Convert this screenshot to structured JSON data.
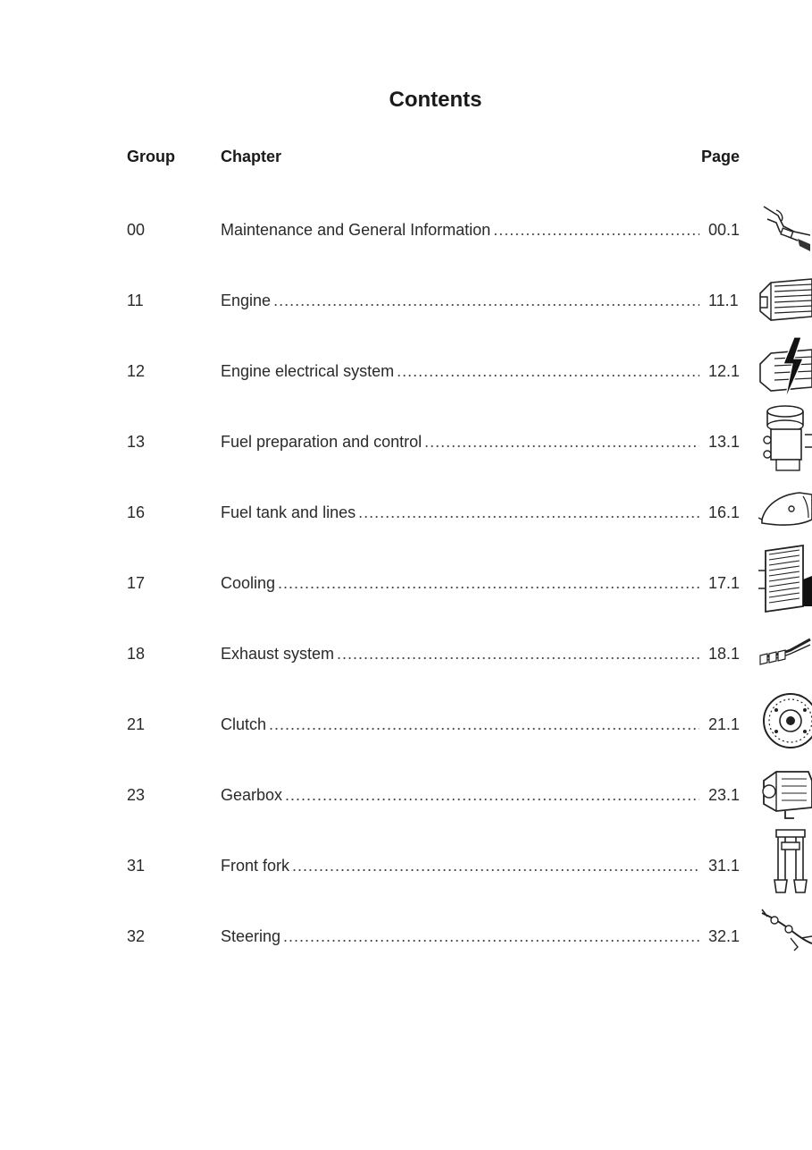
{
  "title": "Contents",
  "columns": {
    "group": "Group",
    "chapter": "Chapter",
    "page": "Page"
  },
  "rows": [
    {
      "group": "00",
      "chapter": "Maintenance and General Information",
      "page": "00.1",
      "icon": "hand-wrench-icon"
    },
    {
      "group": "11",
      "chapter": "Engine",
      "page": "11.1",
      "icon": "engine-icon"
    },
    {
      "group": "12",
      "chapter": "Engine electrical system",
      "page": "12.1",
      "icon": "engine-electrical-icon"
    },
    {
      "group": "13",
      "chapter": "Fuel preparation and control",
      "page": "13.1",
      "icon": "carburetor-icon"
    },
    {
      "group": "16",
      "chapter": "Fuel tank and lines",
      "page": "16.1",
      "icon": "fuel-tank-icon"
    },
    {
      "group": "17",
      "chapter": "Cooling",
      "page": "17.1",
      "icon": "radiator-icon"
    },
    {
      "group": "18",
      "chapter": "Exhaust system",
      "page": "18.1",
      "icon": "exhaust-icon"
    },
    {
      "group": "21",
      "chapter": "Clutch",
      "page": "21.1",
      "icon": "clutch-disc-icon"
    },
    {
      "group": "23",
      "chapter": "Gearbox",
      "page": "23.1",
      "icon": "gearbox-icon"
    },
    {
      "group": "31",
      "chapter": "Front fork",
      "page": "31.1",
      "icon": "front-fork-icon"
    },
    {
      "group": "32",
      "chapter": "Steering",
      "page": "32.1",
      "icon": "steering-icon"
    }
  ]
}
